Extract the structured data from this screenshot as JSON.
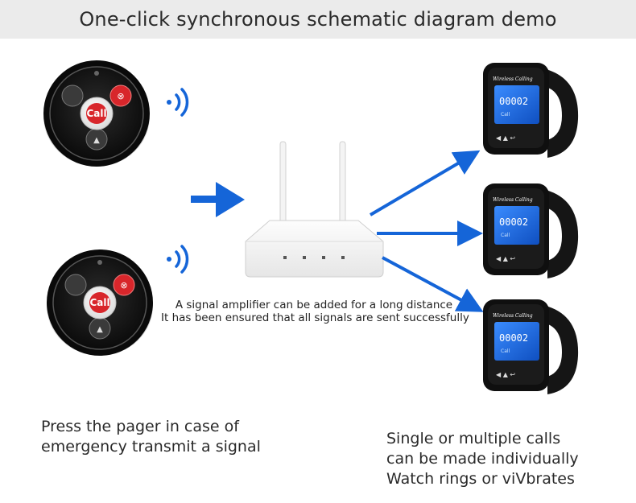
{
  "header": {
    "title": "One-click synchronous schematic diagram demo"
  },
  "pagers": [
    {
      "call_label": "Call"
    },
    {
      "call_label": "Call"
    }
  ],
  "watches": [
    {
      "brand": "Wireless Calling",
      "number": "00002",
      "sub": "Call"
    },
    {
      "brand": "Wireless Calling",
      "number": "00002",
      "sub": "Call"
    },
    {
      "brand": "Wireless Calling",
      "number": "00002",
      "sub": "Call"
    }
  ],
  "amplifier_note": {
    "line1": "A signal amplifier can be added for a long distance",
    "line2": "It has been ensured that all signals are sent successfully"
  },
  "left_caption": {
    "line1": "Press the pager in case of",
    "line2": "emergency transmit a signal"
  },
  "right_caption": {
    "line1": "Single or multiple calls",
    "line2": "can be made individually",
    "line3": "Watch rings or viVbrates"
  },
  "colors": {
    "arrow": "#1565d8",
    "call_button": "#d8262b",
    "device_black": "#121212",
    "watch_screen": "#1e6fe0"
  }
}
